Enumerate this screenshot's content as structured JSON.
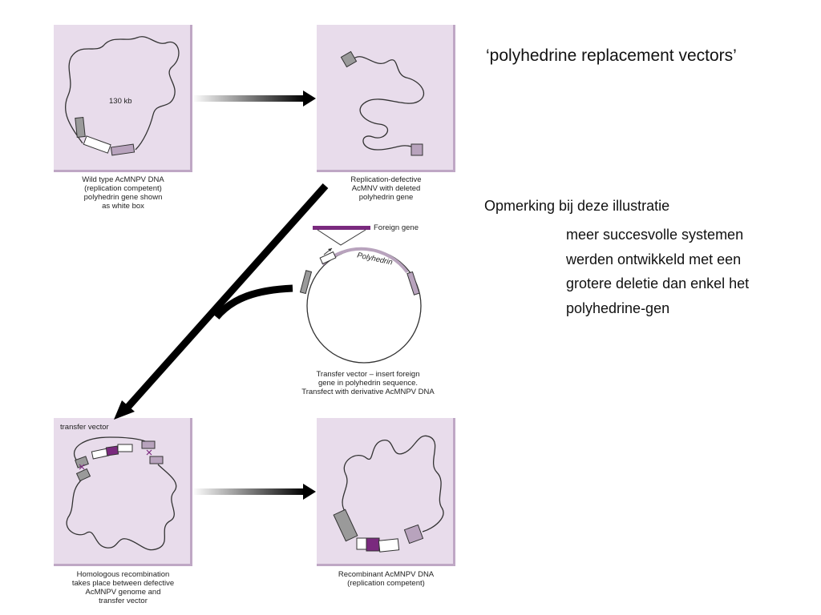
{
  "slide": {
    "title": "‘polyhedrine replacement vectors’",
    "note_heading": "Opmerking bij deze illustratie",
    "note_lines": [
      "meer succesvolle systemen",
      "werden ontwikkeld met een",
      "grotere deletie dan enkel het",
      "polyhedrine-gen"
    ]
  },
  "diagram": {
    "wild_type": {
      "size_label": "130 kb",
      "caption": "Wild type AcMNPV DNA\n(replication competent)\npolyhedrin gene shown\nas white box"
    },
    "deleted": {
      "caption": "Replication-defective\nAcMNV with deleted\npolyhedrin gene"
    },
    "transfer": {
      "foreign_gene_label": "Foreign gene",
      "polyhedrin_label": "Polyhedrin",
      "caption": "Transfer vector – insert foreign\ngene in polyhedrin sequence.\nTransfect with derivative AcMNPV DNA"
    },
    "recombination": {
      "vector_label": "transfer vector",
      "caption": "Homologous recombination\ntakes place between defective\nAcMNPV genome and\ntransfer vector"
    },
    "recombinant": {
      "caption": "Recombinant AcMNPV DNA\n(replication competent)"
    },
    "colors": {
      "panel": "#e8dceb",
      "panel_border": "#bfa7c5",
      "foreign_gene": "#7a2a7e",
      "flank_dark": "#9a9a9a",
      "flank_purple": "#b8a3bd",
      "arrow": "#000000"
    }
  }
}
